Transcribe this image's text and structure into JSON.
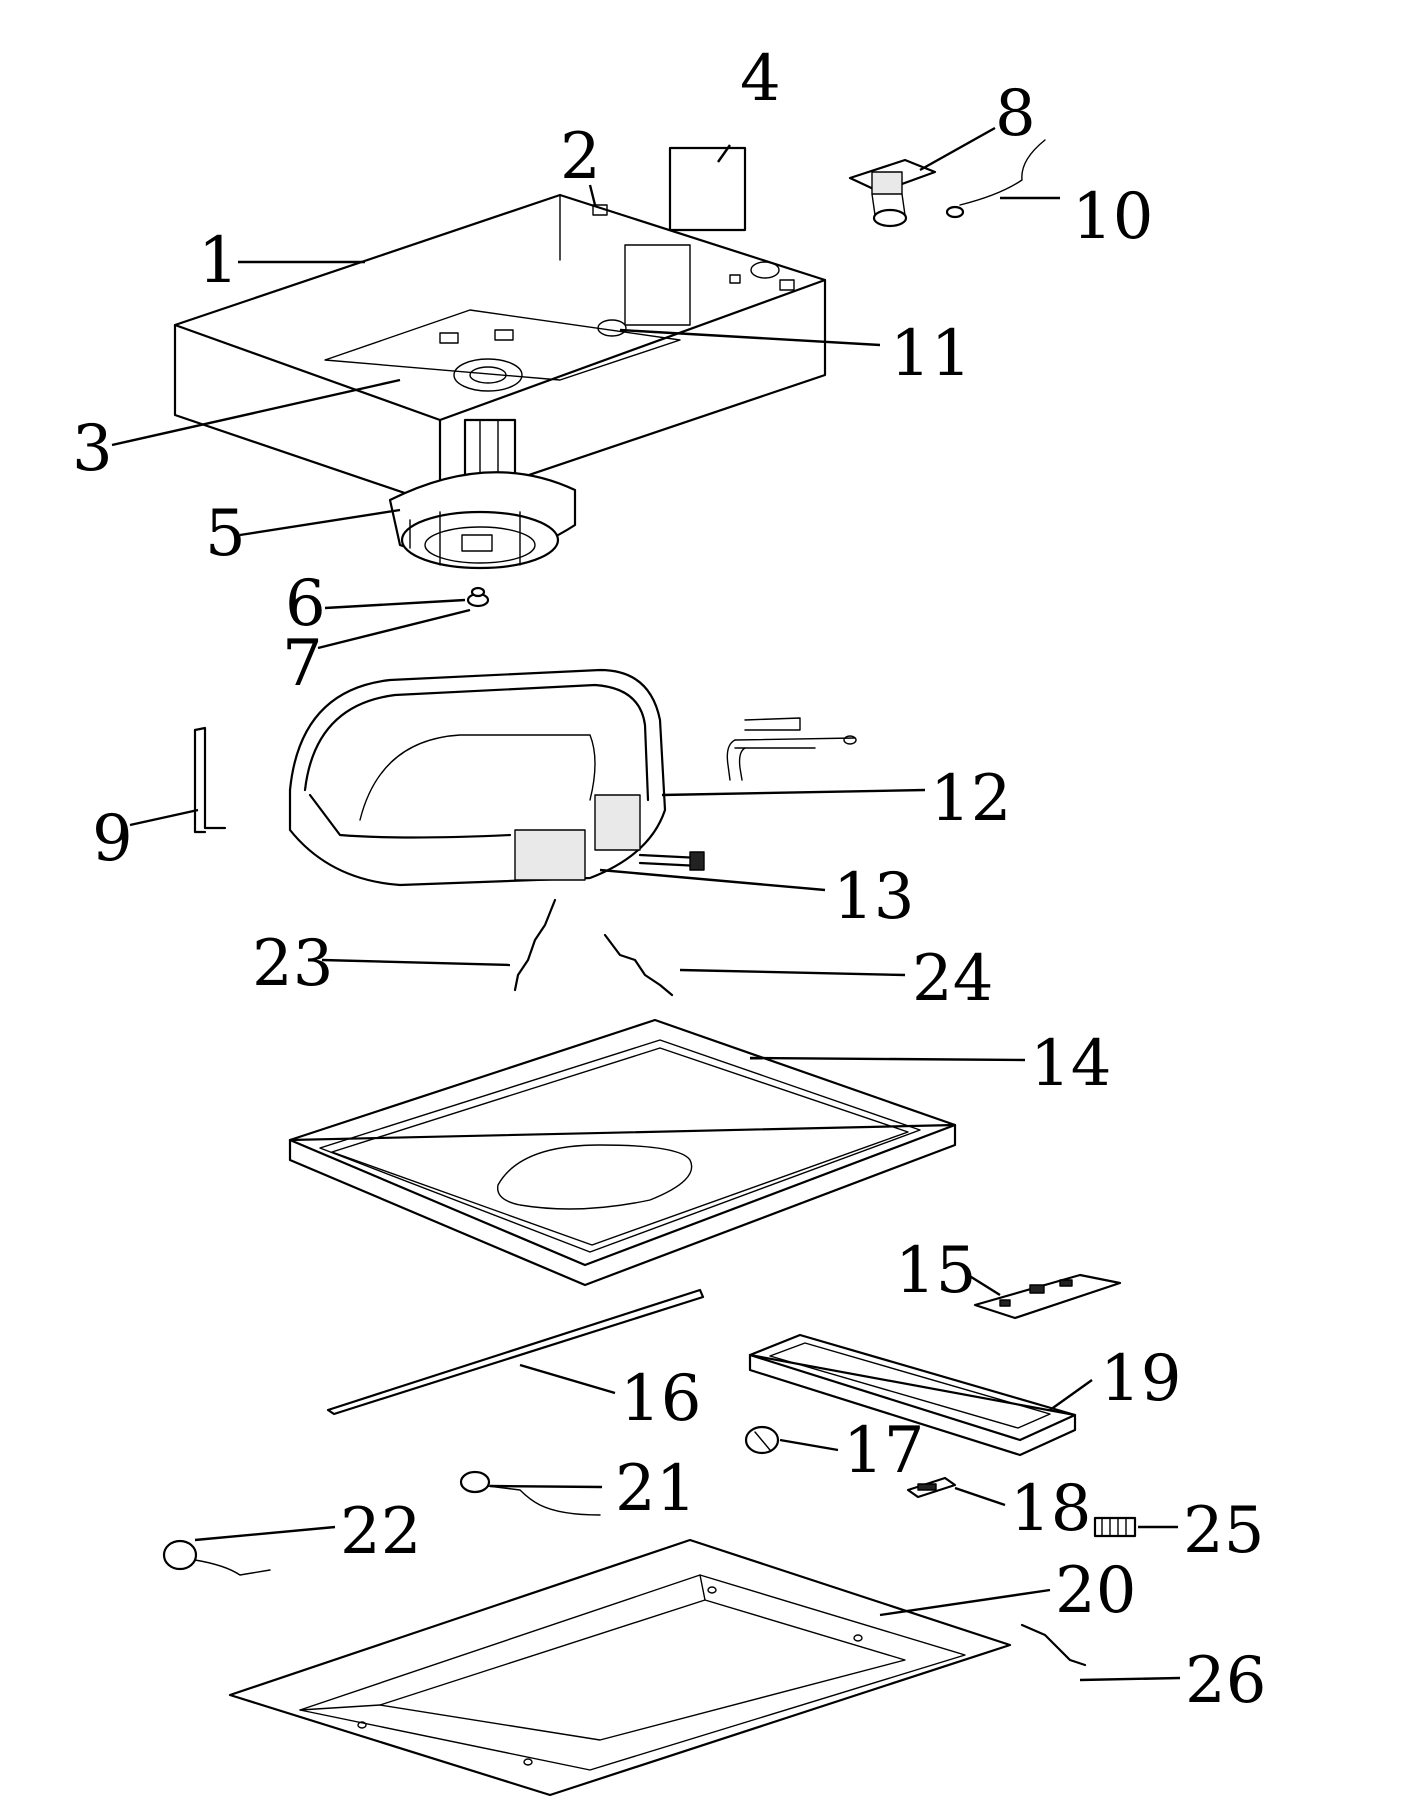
{
  "parts": [
    {
      "id": "1",
      "text": "1"
    },
    {
      "id": "2",
      "text": "2"
    },
    {
      "id": "3",
      "text": "3"
    },
    {
      "id": "4",
      "text": "4"
    },
    {
      "id": "5",
      "text": "5"
    },
    {
      "id": "6",
      "text": "6"
    },
    {
      "id": "7",
      "text": "7"
    },
    {
      "id": "8",
      "text": "8"
    },
    {
      "id": "9",
      "text": "9"
    },
    {
      "id": "10",
      "text": "10"
    },
    {
      "id": "11",
      "text": "11"
    },
    {
      "id": "12",
      "text": "12"
    },
    {
      "id": "13",
      "text": "13"
    },
    {
      "id": "14",
      "text": "14"
    },
    {
      "id": "15",
      "text": "15"
    },
    {
      "id": "16",
      "text": "16"
    },
    {
      "id": "17",
      "text": "17"
    },
    {
      "id": "18",
      "text": "18"
    },
    {
      "id": "19",
      "text": "19"
    },
    {
      "id": "20",
      "text": "20"
    },
    {
      "id": "21",
      "text": "21"
    },
    {
      "id": "22",
      "text": "22"
    },
    {
      "id": "23",
      "text": "23"
    },
    {
      "id": "24",
      "text": "24"
    },
    {
      "id": "25",
      "text": "25"
    },
    {
      "id": "26",
      "text": "26"
    }
  ]
}
